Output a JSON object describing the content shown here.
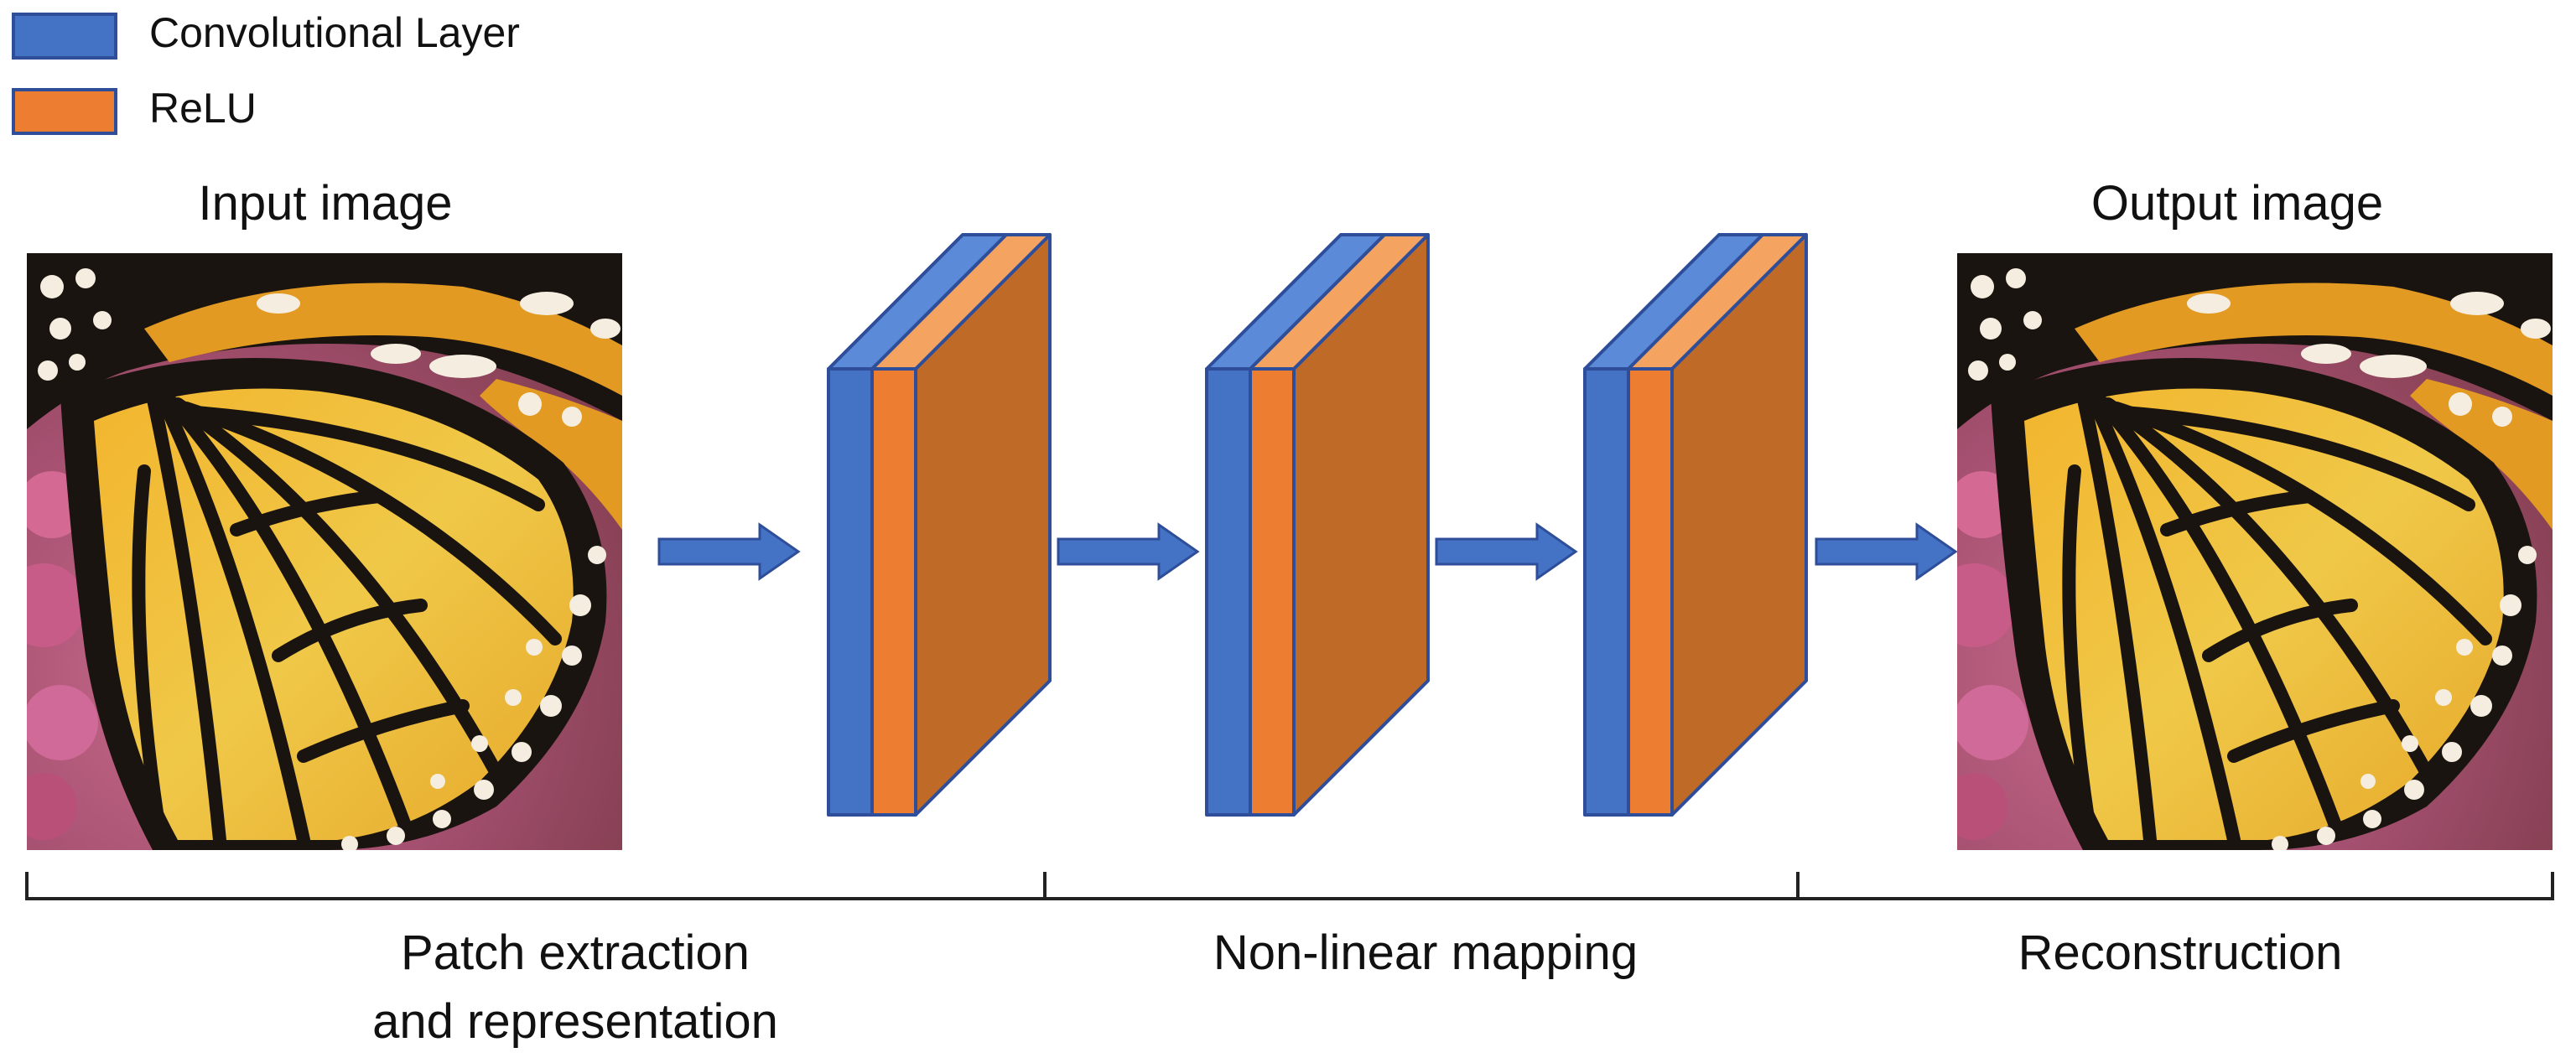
{
  "legend": {
    "items": [
      {
        "label": "Convolutional Layer",
        "color": "#4472C4"
      },
      {
        "label": "ReLU",
        "color": "#ED7D31"
      }
    ]
  },
  "input_image": {
    "title": "Input image",
    "content": "monarch butterfly wing close-up"
  },
  "output_image": {
    "title": "Output image",
    "content": "monarch butterfly wing close-up"
  },
  "layers": [
    {
      "id": "layer-1"
    },
    {
      "id": "layer-2"
    },
    {
      "id": "layer-3"
    }
  ],
  "stages": [
    {
      "lines": [
        "Patch extraction",
        "and representation"
      ]
    },
    {
      "lines": [
        "Non-linear mapping"
      ]
    },
    {
      "lines": [
        "Reconstruction"
      ]
    }
  ],
  "colors": {
    "conv": "#4472C4",
    "conv_top": "#5B8BD8",
    "relu": "#ED7D31",
    "relu_top": "#F4A460",
    "block_face": "#C06A28",
    "outline": "#2F4E9A",
    "arrow": "#4472C4",
    "wing_orange": "#E8A020",
    "wing_yellow": "#F0C040",
    "vein": "#1a1410",
    "background_pink": "#B85C78"
  }
}
